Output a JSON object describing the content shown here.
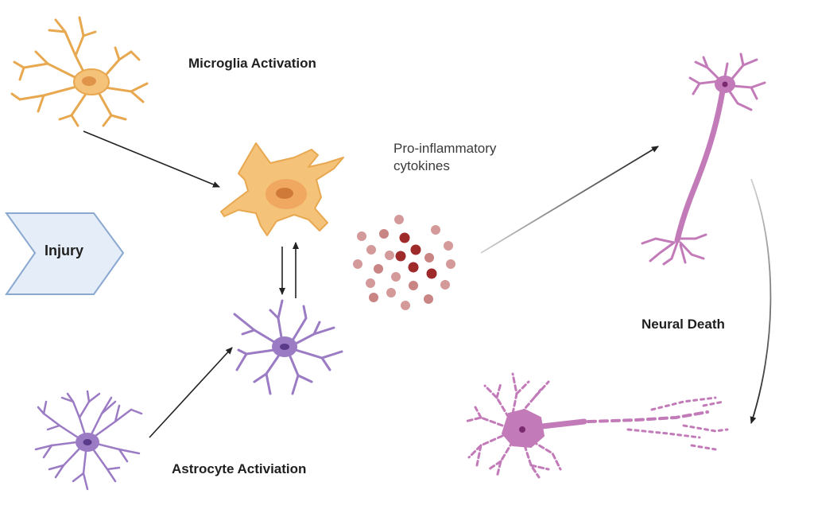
{
  "labels": {
    "microglia_activation": "Microglia Activation",
    "astrocyte_activation": "Astrocyte Activiation",
    "neural_death": "Neural Death",
    "cytokines_line1": "Pro-inflammatory",
    "cytokines_line2": "cytokines",
    "injury": "Injury"
  },
  "colors": {
    "microglia": "#f5c27a",
    "microglia_outline": "#e8a850",
    "microglia_nucleus": "#e0944a",
    "astrocyte": "#9b7bc4",
    "astrocyte_nucleus": "#5a3a8a",
    "neuron": "#c27bb8",
    "neuron_nucleus": "#7a2a70",
    "injury_fill": "#e4edf8",
    "injury_stroke": "#8aa8d0",
    "cytokine_dark": "#9e2a2a",
    "cytokine_light": "#d49a9a",
    "arrow": "#222222"
  },
  "icons": [
    "microglia-resting-icon",
    "microglia-activated-icon",
    "astrocyte-activated-icon",
    "astrocyte-resting-icon",
    "neuron-healthy-icon",
    "neuron-dying-icon",
    "cytokine-cluster-icon",
    "injury-chevron-icon"
  ]
}
